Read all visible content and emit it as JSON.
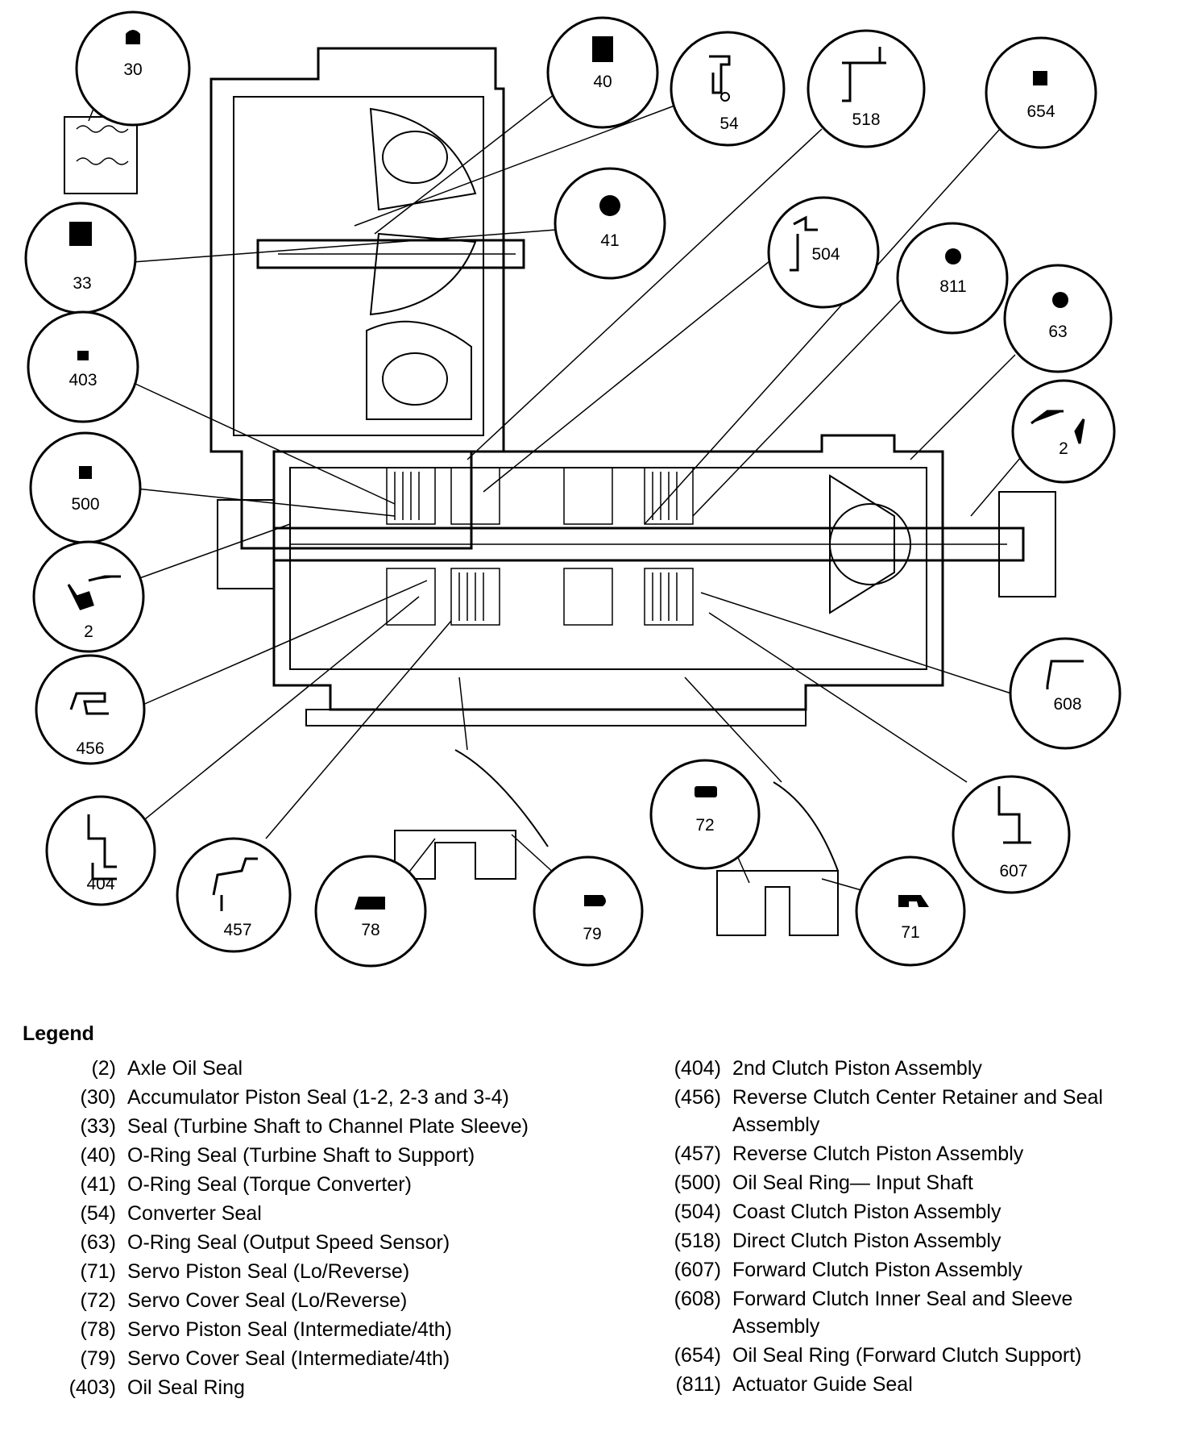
{
  "callouts": {
    "c30": "30",
    "c40": "40",
    "c54": "54",
    "c518": "518",
    "c654": "654",
    "c33": "33",
    "c41": "41",
    "c504": "504",
    "c811": "811",
    "c63": "63",
    "c403": "403",
    "c2r": "2",
    "c500": "500",
    "c2l": "2",
    "c456": "456",
    "c608": "608",
    "c404": "404",
    "c457": "457",
    "c78": "78",
    "c79": "79",
    "c72": "72",
    "c71": "71",
    "c607": "607"
  },
  "legend": {
    "title": "Legend",
    "left": [
      {
        "code": "(2)",
        "desc": "Axle Oil Seal"
      },
      {
        "code": "(30)",
        "desc": "Accumulator Piston Seal (1-2, 2-3 and 3-4)"
      },
      {
        "code": "(33)",
        "desc": "Seal (Turbine Shaft to Channel Plate Sleeve)"
      },
      {
        "code": "(40)",
        "desc": "O-Ring Seal (Turbine Shaft to Support)"
      },
      {
        "code": "(41)",
        "desc": "O-Ring Seal (Torque Converter)"
      },
      {
        "code": "(54)",
        "desc": "Converter Seal"
      },
      {
        "code": "(63)",
        "desc": "O-Ring Seal (Output Speed Sensor)"
      },
      {
        "code": "(71)",
        "desc": "Servo Piston Seal (Lo/Reverse)"
      },
      {
        "code": "(72)",
        "desc": "Servo Cover Seal (Lo/Reverse)"
      },
      {
        "code": "(78)",
        "desc": "Servo Piston Seal (Intermediate/4th)"
      },
      {
        "code": "(79)",
        "desc": "Servo Cover Seal (Intermediate/4th)"
      },
      {
        "code": "(403)",
        "desc": "Oil Seal Ring"
      }
    ],
    "right": [
      {
        "code": "(404)",
        "desc": "2nd Clutch Piston Assembly"
      },
      {
        "code": "(456)",
        "desc": "Reverse Clutch Center Retainer and Seal Assembly"
      },
      {
        "code": "(457)",
        "desc": "Reverse Clutch Piston Assembly"
      },
      {
        "code": "(500)",
        "desc": "Oil Seal Ring— Input Shaft"
      },
      {
        "code": "(504)",
        "desc": "Coast Clutch Piston Assembly"
      },
      {
        "code": "(518)",
        "desc": "Direct Clutch Piston Assembly"
      },
      {
        "code": "(607)",
        "desc": "Forward Clutch Piston Assembly"
      },
      {
        "code": "(608)",
        "desc": "Forward Clutch Inner Seal and Sleeve Assembly"
      },
      {
        "code": "(654)",
        "desc": "Oil Seal Ring (Forward Clutch Support)"
      },
      {
        "code": "(811)",
        "desc": "Actuator Guide Seal"
      }
    ]
  }
}
